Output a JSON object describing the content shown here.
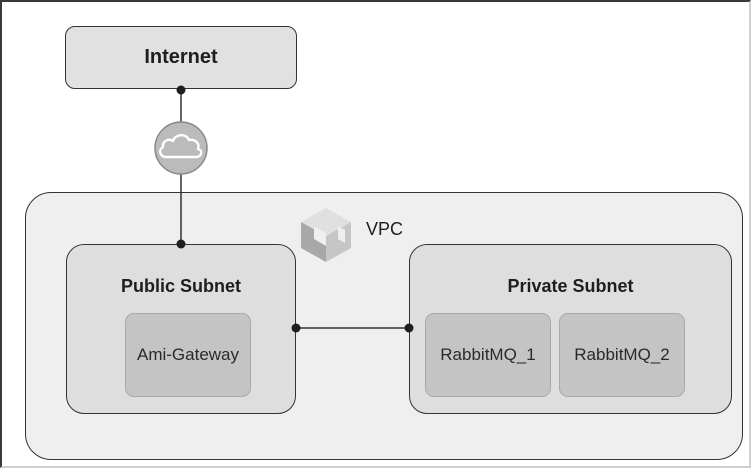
{
  "internet": {
    "label": "Internet"
  },
  "vpc": {
    "label": "VPC"
  },
  "public_subnet": {
    "title": "Public Subnet",
    "nodes": [
      {
        "label": "Ami-Gateway"
      }
    ]
  },
  "private_subnet": {
    "title": "Private Subnet",
    "nodes": [
      {
        "label": "RabbitMQ_1"
      },
      {
        "label": "RabbitMQ_2"
      }
    ]
  },
  "icons": {
    "gateway": "cloud-icon",
    "vpc": "vpc-cube-icon"
  },
  "colors": {
    "stroke": "#333333",
    "internet_fill": "#e1e1e1",
    "vpc_fill": "#efefef",
    "subnet_fill": "#dedede",
    "node_fill": "#c4c4c4",
    "icon_fill": "#bbbbbb"
  }
}
